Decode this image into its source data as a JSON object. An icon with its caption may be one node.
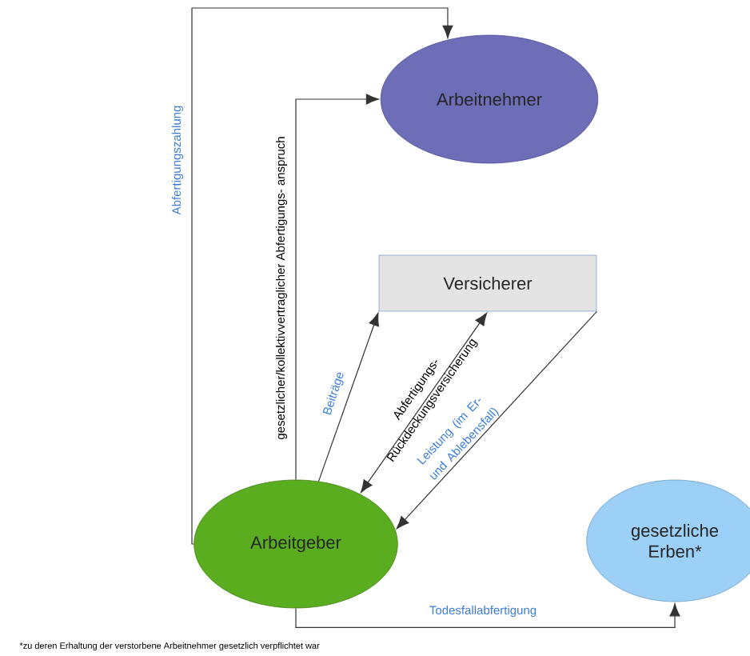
{
  "diagram": {
    "nodes": [
      {
        "text": [
          "Arbeitnehmer"
        ]
      },
      {
        "text": [
          "Versicherer"
        ]
      },
      {
        "text": [
          "Arbeitgeber"
        ]
      },
      {
        "text": [
          "gesetzliche Erben*"
        ]
      }
    ],
    "edges": [
      {
        "from": 2,
        "to": 0,
        "arrow": "to",
        "label": "Abfertigungszahlung"
      },
      {
        "from": 2,
        "to": 0,
        "arrow": "to",
        "label": "gesetzlicher/kollektivvertraglicher Abfertigungs- anspruch"
      },
      {
        "from": 2,
        "to": 1,
        "arrow": "to",
        "label": "Beiträge"
      },
      {
        "from": 1,
        "to": 2,
        "arrow": "both",
        "label": "Abfertigungs- Rückdeckungsversicherung"
      },
      {
        "from": 1,
        "to": 2,
        "arrow": "to",
        "label": "Leistung (im Er- und Ablebensfall)"
      },
      {
        "from": 2,
        "to": 3,
        "arrow": "to",
        "label": "Todesfallabfertigung"
      }
    ],
    "labels": [
      "*zu deren Erhaltung der verstorbene Arbeitnehmer gesetzlich verpflichtet war"
    ]
  }
}
